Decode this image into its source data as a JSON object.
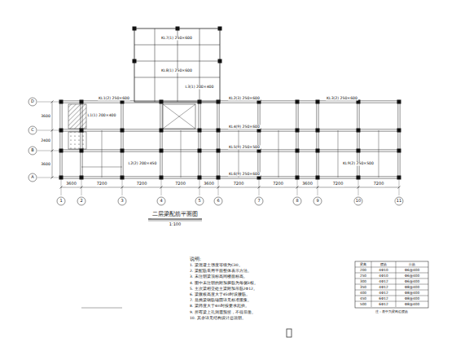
{
  "diagram": {
    "title": "二层梁配筋平面图",
    "labels": [
      "3600",
      "7200",
      "7200",
      "7200",
      "3600",
      "7200",
      "7200",
      "3600",
      "7200",
      "7200",
      "1",
      "2",
      "3",
      "4",
      "5",
      "6",
      "7",
      "8",
      "9",
      "10",
      "11",
      "3600",
      "2400",
      "3600",
      "D",
      "C",
      "B",
      "A",
      "KL1(2) 250×600",
      "KL2(3) 250×600",
      "KL3(2) 250×600",
      "L1(1) 200×400",
      "KL4(9) 250×600",
      "KL5(9) 250×500",
      "KL6(9) 250×600",
      "L2(2) 200×450",
      "KL7(1) 250×600",
      "KL8(1) 250×600",
      "L3(1) 200×400",
      "KL9(2) 250×500",
      "1:100",
      "说明:",
      "1. 梁混凝土强度等级为C30。",
      "2. 梁配筋采用平面整体表示方法。",
      "3. 未注明梁顶标高同楼面标高。",
      "4. 图中未注明的附加箍筋为每侧3根。",
      "5. 主次梁相交处主梁附加吊筋2Φ12。",
      "6. 梁腹板高度大于450时设腰筋。",
      "7. 悬挑梁钢筋锚固详见标准图集。",
      "8. 梁跨度大于4m时按要求起拱。",
      "9. 所有梁上孔洞需预留，不得后凿。",
      "10. 其余详见结构设计总说明。",
      "梁高",
      "腰筋",
      "拉筋",
      "200",
      "4Φ10",
      "Φ6@400",
      "250",
      "4Φ10",
      "Φ6@400",
      "300",
      "4Φ12",
      "Φ6@400",
      "350",
      "4Φ12",
      "Φ8@400",
      "400",
      "4Φ12",
      "Φ8@400",
      "450",
      "6Φ12",
      "Φ8@400",
      "500",
      "6Φ12",
      "Φ8@400",
      "注：表中为梁构造腰筋"
    ]
  }
}
